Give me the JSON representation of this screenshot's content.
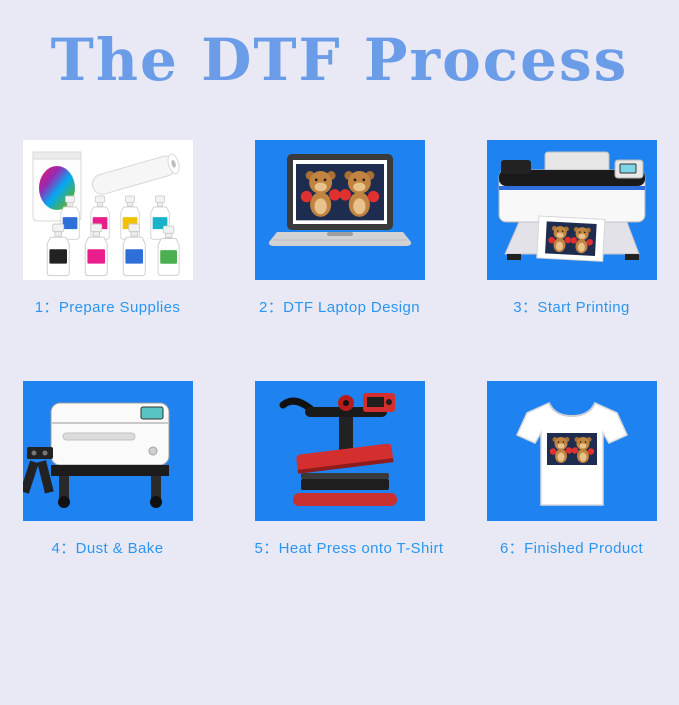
{
  "title": "The DTF Process",
  "colors": {
    "background": "#e9e9f5",
    "title": "#6b9ce8",
    "tile_blue": "#1e82f0",
    "caption": "#2b96f2",
    "tile_white": "#ffffff"
  },
  "steps": [
    {
      "id": 1,
      "label": "1：Prepare Supplies",
      "illustration": "dtf-supplies-icon"
    },
    {
      "id": 2,
      "label": "2：DTF Laptop Design",
      "illustration": "laptop-design-icon"
    },
    {
      "id": 3,
      "label": "3：Start Printing",
      "illustration": "dtf-printer-icon"
    },
    {
      "id": 4,
      "label": "4：Dust & Bake",
      "illustration": "powder-shaker-oven-icon"
    },
    {
      "id": 5,
      "label": "5：Heat Press onto T-Shirt",
      "illustration": "heat-press-icon"
    },
    {
      "id": 6,
      "label": "6：Finished Product",
      "illustration": "printed-tshirt-icon"
    }
  ]
}
